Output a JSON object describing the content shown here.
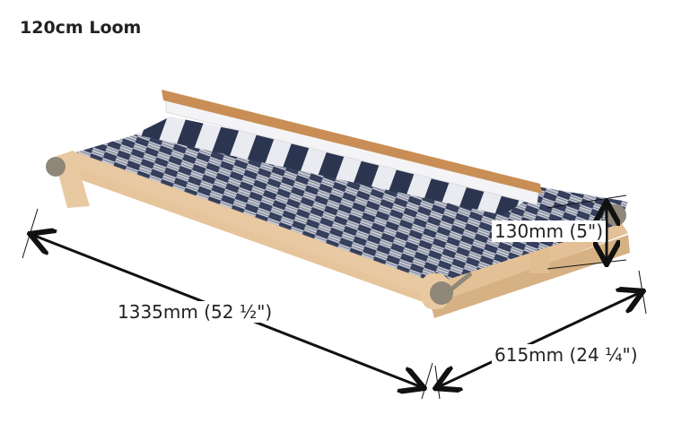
{
  "title": "120cm Loom",
  "dimensions": {
    "length": "1335mm (52 ½\")",
    "depth": "615mm (24 ¼\")",
    "height": "130mm (5\")"
  },
  "colors": {
    "wood": "#e8c9a2",
    "wood_dark": "#c98e55",
    "cloth_dark": "#2c3550",
    "cloth_light": "#c9ccd6",
    "knob": "#8f8778",
    "text": "#222222"
  }
}
